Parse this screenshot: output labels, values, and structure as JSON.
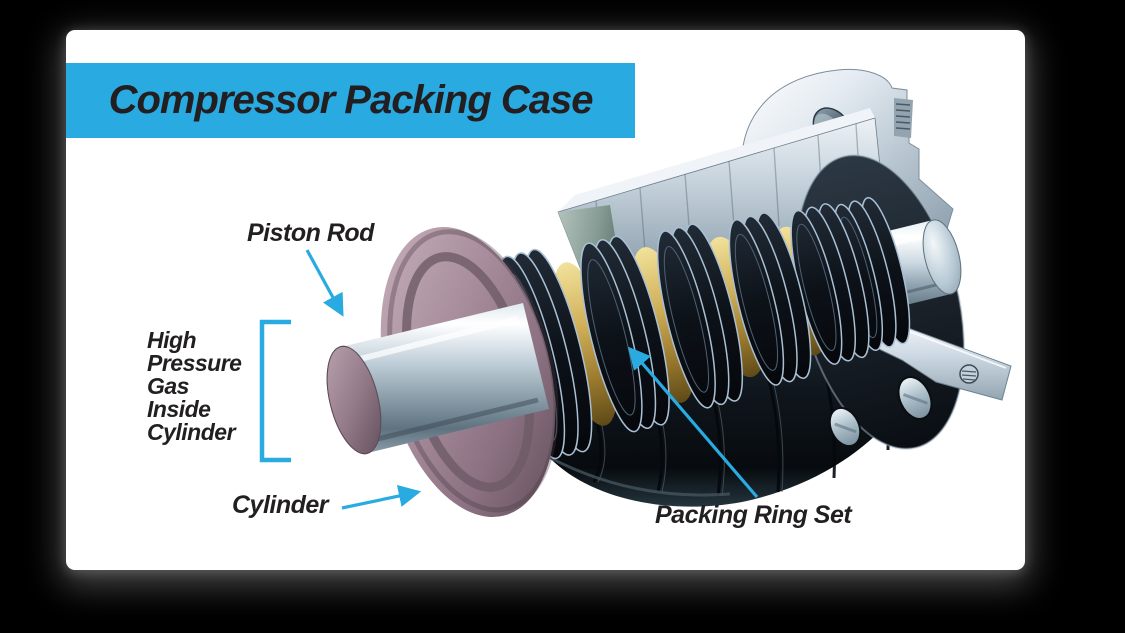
{
  "banner": {
    "title": "Compressor Packing Case",
    "background": "#29ABE2",
    "text_color": "#231F20"
  },
  "labels": {
    "piston_rod": "Piston Rod",
    "high_pressure_gas": "High\nPressure\nGas\nInside\nCylinder",
    "cylinder": "Cylinder",
    "packing_ring_set": "Packing Ring Set"
  },
  "colors": {
    "annotation_arrows": "#29ABE2",
    "page_background": "#000000",
    "card_background": "#FFFFFF",
    "label_text": "#221F20",
    "steel_light": "#E9EFF4",
    "steel_dark": "#10161D",
    "cylinder_mauve": "#A18B99",
    "packing_gold": "#C9AC55"
  }
}
